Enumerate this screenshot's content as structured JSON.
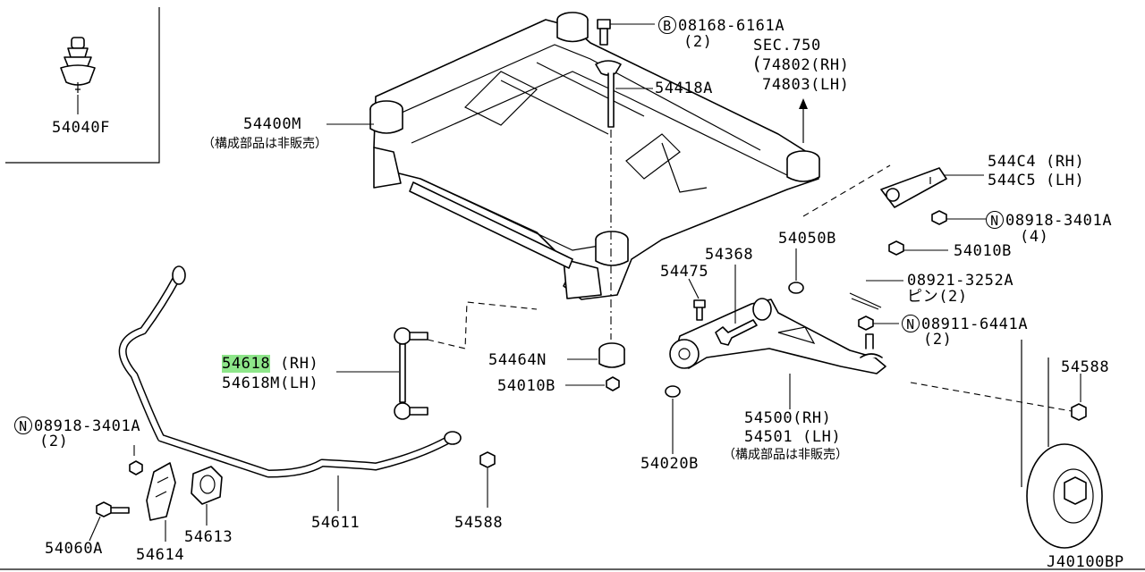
{
  "labels": {
    "p54040F": "54040F",
    "p54400M": "54400M",
    "p54400M_note": "（構成部品は非販売）",
    "circle_b": "B",
    "p08168": "08168-6161A",
    "p08168_qty": "(2)",
    "p54418A": "54418A",
    "sec750": "SEC.750",
    "p74802": "74802(RH)",
    "p74803": "74803(LH)",
    "p544C4": "544C4 (RH)",
    "p544C5": "544C5 (LH)",
    "circle_n": "N",
    "p08918_r": "08918-3401A",
    "p08918_r_qty": "(4)",
    "p54010B_r": "54010B",
    "p54050B": "54050B",
    "p54368": "54368",
    "p54475": "54475",
    "p08921": "08921-3252A",
    "p08921_note": "ピン(2)",
    "p08911": "08911-6441A",
    "p08911_qty": "(2)",
    "p54618_hl": "54618",
    "p54618_rh": " (RH)",
    "p54618M": "54618M(LH)",
    "p54464N": "54464N",
    "p54010B": "54010B",
    "p54588_r": "54588",
    "p54500": "54500(RH)",
    "p54501": "54501 (LH)",
    "p54501_note": "（構成部品は非販売）",
    "p54020B": "54020B",
    "p08918_l": "08918-3401A",
    "p08918_l_qty": "(2)",
    "p54611": "54611",
    "p54613": "54613",
    "p54614": "54614",
    "p54060A": "54060A",
    "p54588_b": "54588",
    "diagram_id": "J40100BP"
  },
  "colors": {
    "highlight": "#8ee68a",
    "ink": "#000000",
    "background": "#ffffff"
  }
}
